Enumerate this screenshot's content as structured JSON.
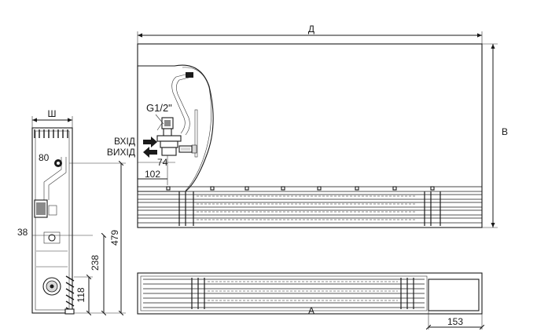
{
  "labels": {
    "length_top": "Д",
    "height_right": "В",
    "width_top": "Ш",
    "length_bottom": "А",
    "thread": "G1/2\"",
    "inlet": "ВХІД",
    "outlet": "ВИХІД",
    "dim_80": "80",
    "dim_74": "74",
    "dim_102": "102",
    "dim_38": "38",
    "dim_479": "479",
    "dim_238": "238",
    "dim_118": "118",
    "dim_153": "153"
  },
  "colors": {
    "line": "#1a1a1a",
    "fill": "#ffffff",
    "shade": "#8a8a8a"
  },
  "icons": [
    "arrow-in-icon",
    "arrow-out-icon",
    "valve-icon",
    "fan-icon"
  ]
}
